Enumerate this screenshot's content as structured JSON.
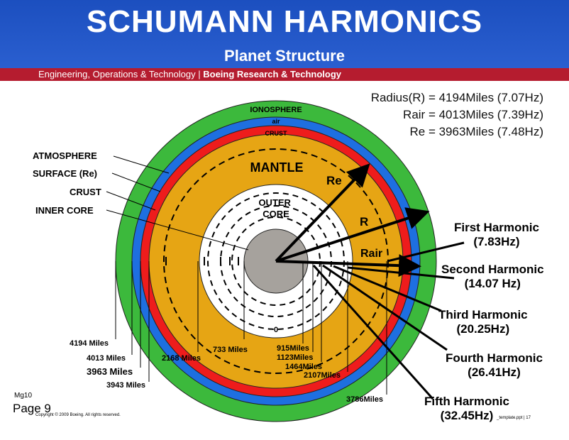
{
  "header": {
    "title": "SCHUMANN HARMONICS",
    "subtitle": "Planet Structure",
    "org_prefix": "Engineering, Operations & Technology | ",
    "org_bold": "Boeing Research & Technology"
  },
  "radii_info": {
    "r": "Radius(R) =  4194Miles (7.07Hz)",
    "rair": "Rair =  4013Miles (7.39Hz)",
    "re": "Re =  3963Miles (7.48Hz)"
  },
  "layers": {
    "ionosphere": "IONOSPHERE",
    "air": "air",
    "crust": "CRUST",
    "mantle": "MANTLE",
    "outer_core": "OUTER\nCORE"
  },
  "left_labels": {
    "atmosphere": "ATMOSPHERE",
    "surface": "SURFACE (Re)",
    "crust": "CRUST",
    "inner_core": "INNER CORE"
  },
  "radius_arrows": {
    "re": "Re",
    "r": "R",
    "rair": "Rair",
    "center": "0"
  },
  "distances": {
    "d4194": "4194 Miles",
    "d4013": "4013 Miles",
    "d3963": "3963 Miles",
    "d3943": "3943 Miles",
    "d2168": "2168 Miles",
    "d733": "733 Miles",
    "d915": "915Miles",
    "d1123": "1123Miles",
    "d1464": "1464Miles",
    "d2107": "2107Miles",
    "d3786": "3786Miles"
  },
  "harmonics": [
    {
      "name": "First Harmonic",
      "freq": "(7.83Hz)"
    },
    {
      "name": "Second Harmonic",
      "freq": "(14.07 Hz)"
    },
    {
      "name": "Third Harmonic",
      "freq": "(20.25Hz)"
    },
    {
      "name": "Fourth Harmonic",
      "freq": "(26.41Hz)"
    },
    {
      "name": "Fifth Harmonic",
      "freq": "(32.45Hz)"
    }
  ],
  "footer": {
    "mg": "Mg10",
    "page": "Page 9",
    "copyright": "Copyright © 2009 Boeing. All rights reserved.",
    "file_tail": "_template.ppt | 17"
  },
  "colors": {
    "header_blue": "#1c4fbf",
    "header_red": "#b51c2f",
    "ionosphere": "#3cb93c",
    "air": "#1e6fe0",
    "crust": "#ee1c1c",
    "mantle": "#e6a514",
    "outer_core": "#ffffff",
    "inner_core": "#a6a29d"
  }
}
